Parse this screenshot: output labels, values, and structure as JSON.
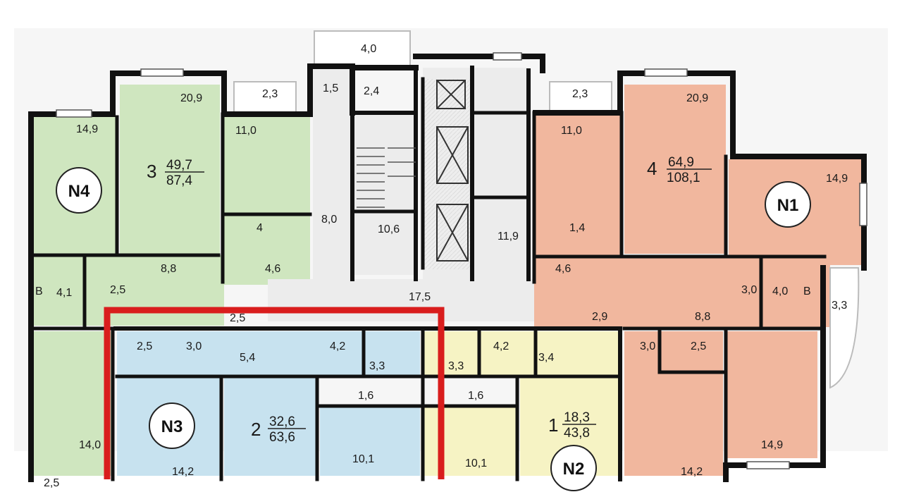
{
  "colors": {
    "green": "#cfe6bf",
    "blue": "#c7e2ef",
    "salmon": "#f1b79e",
    "yellow": "#f6f3c4",
    "hall": "#ececec",
    "wall": "#111111",
    "highlight": "#d91d1d"
  },
  "apartments": {
    "n4": {
      "badge": "N4"
    },
    "n3": {
      "badge": "N3"
    },
    "n2": {
      "badge": "N2"
    },
    "n1": {
      "badge": "N1"
    },
    "a3": {
      "num": "3",
      "living": "49,7",
      "total": "87,4"
    },
    "a4": {
      "num": "4",
      "living": "64,9",
      "total": "108,1"
    },
    "a2": {
      "num": "2",
      "living": "32,6",
      "total": "63,6"
    },
    "a1": {
      "num": "1",
      "living": "18,3",
      "total": "43,8"
    }
  },
  "areas": {
    "top_balcony": "4,0",
    "g_20_9": "20,9",
    "g_14_9": "14,9",
    "g_2_3": "2,3",
    "g_11_0": "11,0",
    "g_4": "4",
    "g_8_8": "8,8",
    "g_4_6": "4,6",
    "g_4_1": "4,1",
    "g_2_5": "2,5",
    "g_2_5b": "2,5",
    "g_14_0": "14,0",
    "g_2_5c": "2,5",
    "c_1_5": "1,5",
    "c_2_4": "2,4",
    "c_8_0": "8,0",
    "c_10_6": "10,6",
    "c_11_9": "11,9",
    "c_17_5": "17,5",
    "s_2_3": "2,3",
    "s_11_0": "11,0",
    "s_20_9": "20,9",
    "s_14_9": "14,9",
    "s_1_4": "1,4",
    "s_4_6": "4,6",
    "s_3_0": "3,0",
    "s_4_0": "4,0",
    "s_3_3": "3,3",
    "s_2_9": "2,9",
    "s_8_8": "8,8",
    "s_3_0b": "3,0",
    "s_2_5": "2,5",
    "s_14_9b": "14,9",
    "s_14_2": "14,2",
    "b_2_5": "2,5",
    "b_3_0": "3,0",
    "b_5_4": "5,4",
    "b_4_2": "4,2",
    "b_3_3": "3,3",
    "b_1_6": "1,6",
    "b_10_1": "10,1",
    "b_14_2": "14,2",
    "y_3_3": "3,3",
    "y_4_2": "4,2",
    "y_3_4": "3,4",
    "y_1_6": "1,6",
    "y_10_1": "10,1"
  },
  "legend_letter": "B"
}
